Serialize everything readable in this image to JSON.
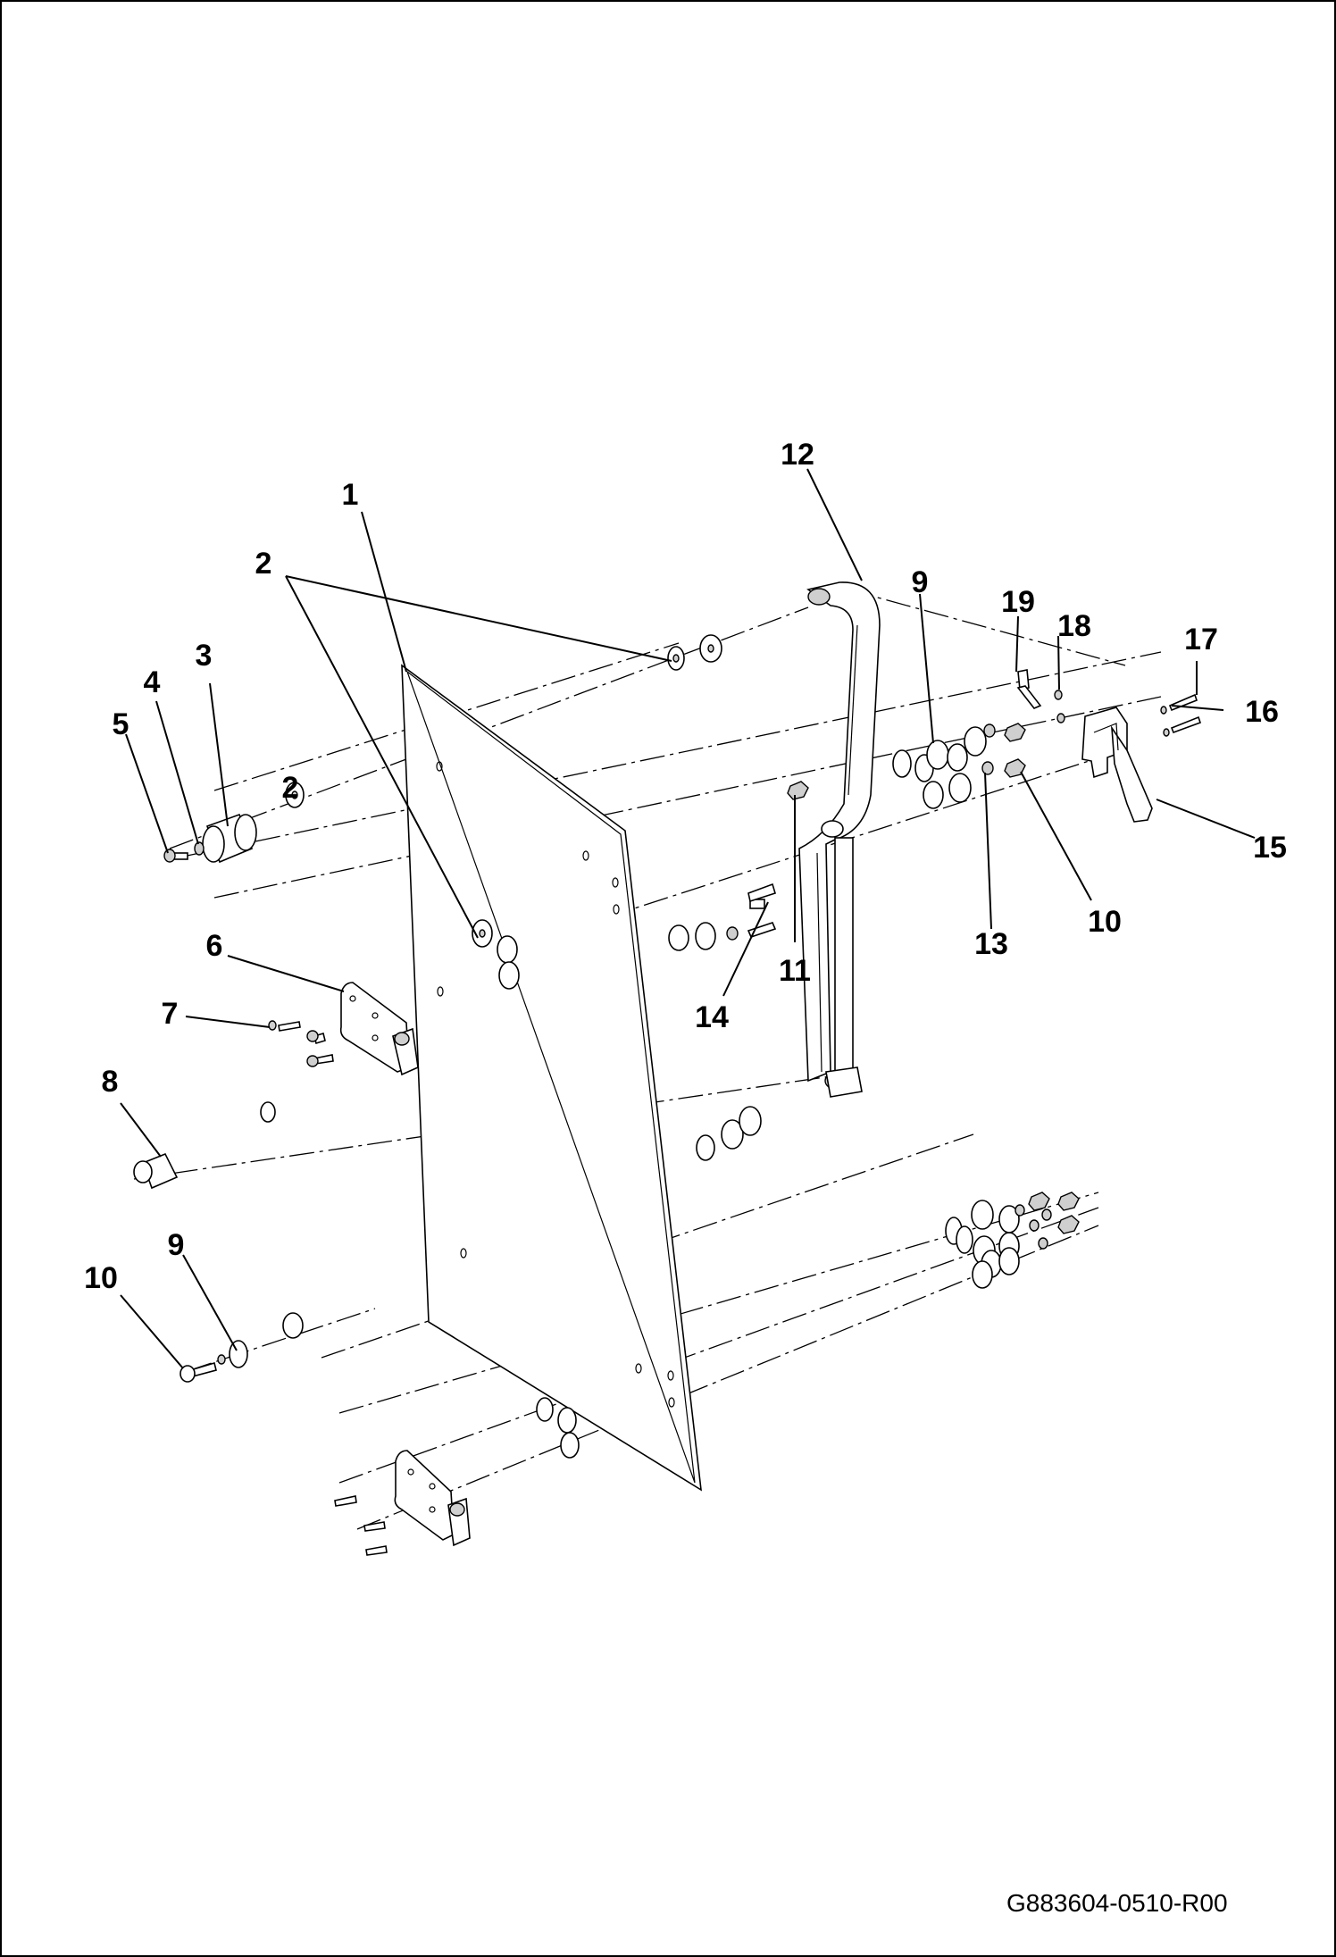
{
  "diagram": {
    "document_code": "G883604-0510-R00",
    "callouts": [
      "1",
      "2",
      "2",
      "3",
      "4",
      "5",
      "6",
      "7",
      "8",
      "9",
      "9",
      "10",
      "10",
      "11",
      "12",
      "13",
      "14",
      "15",
      "16",
      "17",
      "18",
      "19"
    ]
  }
}
